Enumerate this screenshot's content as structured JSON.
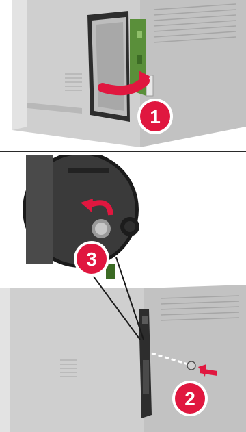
{
  "colors": {
    "step_badge": "#e0173f",
    "printer_body": "#c8c8c8",
    "printer_shadow": "#a9a9a9",
    "board_green": "#5a8f3a",
    "cover_dark": "#2d2d2d",
    "arrow_red": "#e0173f"
  },
  "steps": [
    {
      "number": "1",
      "icon": "open-cover-arrow"
    },
    {
      "number": "2",
      "icon": "insert-screw-arrow"
    },
    {
      "number": "3",
      "icon": "rotate-counterclockwise-arrow"
    }
  ]
}
